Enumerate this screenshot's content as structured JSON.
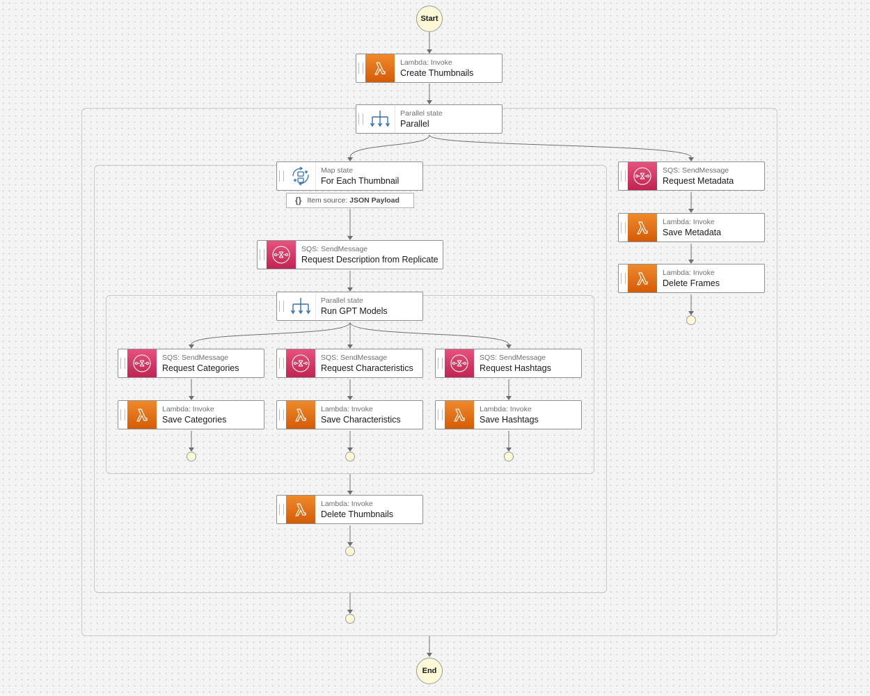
{
  "start_label": "Start",
  "end_label": "End",
  "nodes": {
    "create_thumbnails": {
      "type": "Lambda: Invoke",
      "name": "Create Thumbnails",
      "icon": "lambda-icon"
    },
    "parallel": {
      "type": "Parallel state",
      "name": "Parallel",
      "icon": "parallel-icon"
    },
    "for_each_thumbnail": {
      "type": "Map state",
      "name": "For Each Thumbnail",
      "icon": "map-icon"
    },
    "request_description": {
      "type": "SQS: SendMessage",
      "name": "Request Description from Replicate",
      "icon": "sqs-icon"
    },
    "run_gpt_models": {
      "type": "Parallel state",
      "name": "Run GPT Models",
      "icon": "parallel-icon"
    },
    "request_categories": {
      "type": "SQS: SendMessage",
      "name": "Request Categories",
      "icon": "sqs-icon"
    },
    "request_characteristics": {
      "type": "SQS: SendMessage",
      "name": "Request Characteristics",
      "icon": "sqs-icon"
    },
    "request_hashtags": {
      "type": "SQS: SendMessage",
      "name": "Request Hashtags",
      "icon": "sqs-icon"
    },
    "save_categories": {
      "type": "Lambda: Invoke",
      "name": "Save Categories",
      "icon": "lambda-icon"
    },
    "save_characteristics": {
      "type": "Lambda: Invoke",
      "name": "Save Characteristics",
      "icon": "lambda-icon"
    },
    "save_hashtags": {
      "type": "Lambda: Invoke",
      "name": "Save Hashtags",
      "icon": "lambda-icon"
    },
    "delete_thumbnails": {
      "type": "Lambda: Invoke",
      "name": "Delete Thumbnails",
      "icon": "lambda-icon"
    },
    "request_metadata": {
      "type": "SQS: SendMessage",
      "name": "Request Metadata",
      "icon": "sqs-icon"
    },
    "save_metadata": {
      "type": "Lambda: Invoke",
      "name": "Save Metadata",
      "icon": "lambda-icon"
    },
    "delete_frames": {
      "type": "Lambda: Invoke",
      "name": "Delete Frames",
      "icon": "lambda-icon"
    }
  },
  "item_source": {
    "label": "Item source:",
    "value": "JSON Payload",
    "icon": "braces-icon"
  },
  "colors": {
    "lambda": "#e8791e",
    "sqs": "#d6376a",
    "terminal_fill": "#fdf8d5",
    "edge": "#6b6f73",
    "parallel_icon": "#2f6fb5"
  }
}
